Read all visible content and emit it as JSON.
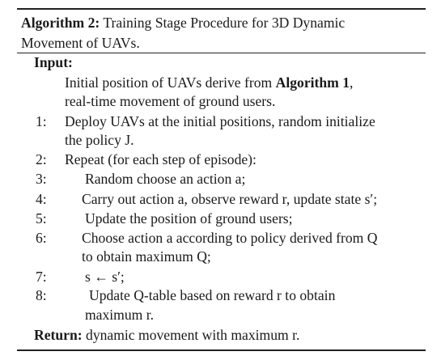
{
  "algorithm": {
    "title_label": "Algorithm 2:",
    "title_text_1": "Training Stage Procedure for 3D Dynamic",
    "title_text_2": "Movement of UAVs.",
    "input_label": "Input:",
    "input_line1_pre": "Initial position of UAVs derive from ",
    "input_line1_ref": "Algorithm 1",
    "input_line1_post": ",",
    "input_line2": "real-time movement of ground users.",
    "steps": [
      {
        "num": "1:",
        "lines": [
          "Deploy UAVs at the initial positions, random initialize",
          "the policy J."
        ]
      },
      {
        "num": "2:",
        "lines": [
          "Repeat (for each step of episode):"
        ]
      },
      {
        "num": "3:",
        "lines": [
          "Random choose an action a;"
        ]
      },
      {
        "num": "4:",
        "lines": [
          "Carry out action a, observe reward r, update state s′;"
        ]
      },
      {
        "num": "5:",
        "lines": [
          "Update the position of ground users;"
        ]
      },
      {
        "num": "6:",
        "lines": [
          "Choose action a according to policy derived from Q",
          "to obtain maximum Q;"
        ]
      },
      {
        "num": "7:",
        "lines": [
          "s ← s′;"
        ]
      },
      {
        "num": "8:",
        "lines": [
          "Update Q-table based on reward r to obtain",
          "maximum r."
        ]
      }
    ],
    "return_label": "Return:",
    "return_text": "dynamic movement with maximum r."
  }
}
